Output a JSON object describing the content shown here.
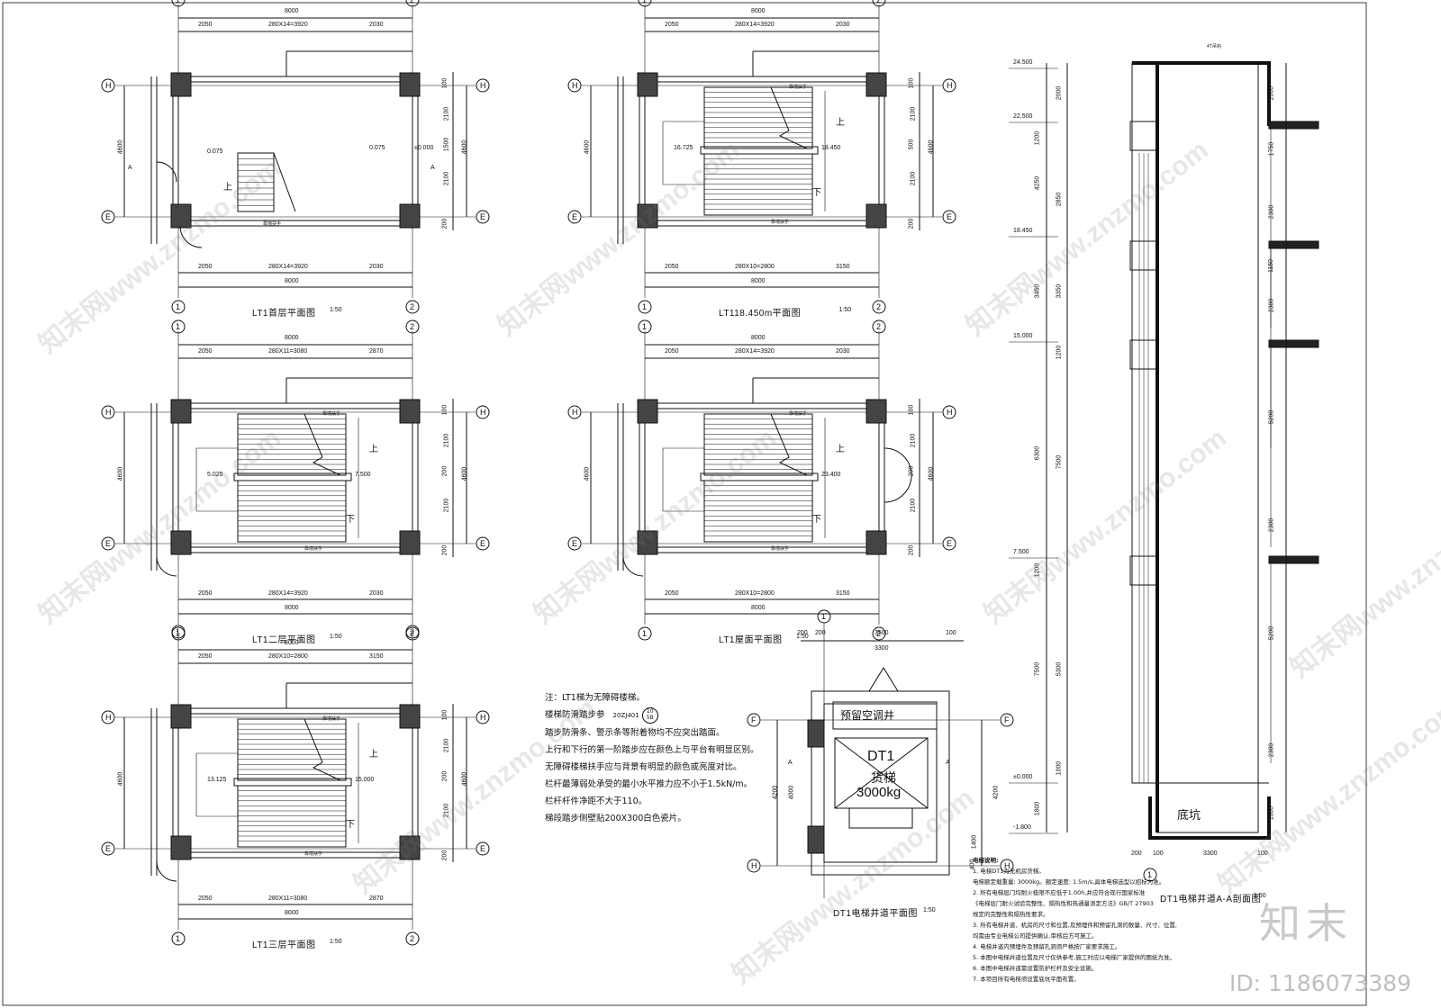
{
  "plans": [
    {
      "title": "LT1首层平面图",
      "scale": "1:50",
      "top_dims": [
        "2050",
        "280X14=3920",
        "2030"
      ],
      "bottom_dims": [
        "2050",
        "280X14=3920",
        "2030"
      ],
      "overall": "8000",
      "elev_left": "0.075",
      "elev_right": "0.075",
      "elev_extra": "±0.000",
      "side_dims": [
        "100",
        "2100",
        "1500",
        "2100",
        "200"
      ],
      "height": "4600"
    },
    {
      "title": "LT118.450m平面图",
      "scale": "1:50",
      "top_dims": [
        "2050",
        "280X14=3920",
        "2030"
      ],
      "bottom_dims": [
        "2050",
        "280X10=2800",
        "3150"
      ],
      "overall": "8000",
      "elev_left": "16.725",
      "elev_right": "18.450",
      "side_dims": [
        "100",
        "2100",
        "500",
        "2100",
        "200"
      ],
      "height": "4600"
    },
    {
      "title": "LT1二层平面图",
      "scale": "1:50",
      "top_dims": [
        "2050",
        "280X11=3080",
        "2870"
      ],
      "bottom_dims": [
        "2050",
        "280X14=3920",
        "2030"
      ],
      "overall": "8000",
      "elev_left": "5.025",
      "elev_right": "7.500",
      "side_dims": [
        "100",
        "2100",
        "200",
        "2100",
        "200"
      ],
      "height": "4600"
    },
    {
      "title": "LT1屋面平面图",
      "scale": "1:50",
      "top_dims": [
        "2050",
        "280X14=3920",
        "2030"
      ],
      "bottom_dims": [
        "2050",
        "280X10=2800",
        "3150"
      ],
      "overall": "8000",
      "elev_right": "23.400",
      "side_dims": [
        "100",
        "2100",
        "200",
        "2100",
        "200"
      ],
      "height": "4600"
    },
    {
      "title": "LT1三层平面图",
      "scale": "1:50",
      "top_dims": [
        "2050",
        "280X10=2800",
        "3150"
      ],
      "bottom_dims": [
        "2050",
        "280X11=3080",
        "2870"
      ],
      "overall": "8000",
      "elev_left": "13.125",
      "elev_right": "15.000",
      "side_dims": [
        "100",
        "2100",
        "200",
        "2100",
        "200"
      ],
      "height": "4600"
    }
  ],
  "grid_labels": {
    "n1": "1",
    "n2": "2",
    "h": "H",
    "e": "E",
    "f": "F"
  },
  "stair_labels": {
    "up": "上",
    "down": "下",
    "handrail": "靠墙扶手"
  },
  "section_mark": "A",
  "notes": {
    "lines": [
      "注：LT1梯为无障碍楼梯。",
      "楼梯防滑踏步参",
      "踏步防滑条、警示条等附着物均不应突出踏面。",
      "上行和下行的第一阶踏步应在颜色上与平台有明显区别。",
      "无障碍楼梯扶手应与背景有明显的颜色或亮度对比。",
      "栏杆最薄弱处承受的最小水平推力应不小于1.5kN/m。",
      "栏杆杆件净距不大于110。",
      "梯段踏步侧壁贴200X300白色瓷片。"
    ],
    "ref_code": "20ZJ401",
    "ref_num": "10",
    "ref_sub": "5B"
  },
  "elevator_plan": {
    "title": "DT1电梯井道平面图",
    "scale": "1:50",
    "ac_shaft": "预留空调井",
    "name": "DT1",
    "type": "货梯",
    "capacity": "3000kg",
    "dims_top": [
      "200",
      "200",
      "3500",
      "100"
    ],
    "overall": "3300",
    "side_dims": [
      "4200",
      "4000",
      "1400",
      "400"
    ]
  },
  "section": {
    "title": "DT1电梯井道A-A剖面图",
    "scale": "1:50",
    "pit": "底坑",
    "top_note": "4T吊钩",
    "levels": [
      "24.500",
      "22.500",
      "18.450",
      "15.000",
      "7.500",
      "±0.000",
      "-1.800"
    ],
    "left_dims": [
      "2000",
      "1200",
      "2850",
      "4250",
      "3350",
      "3450",
      "1200",
      "6300",
      "7500",
      "1200",
      "5300",
      "7500",
      "1000",
      "1800"
    ],
    "right_dims": [
      "2000",
      "1750",
      "2300",
      "1150",
      "2300",
      "5200",
      "2300",
      "5200",
      "2300",
      "1800"
    ],
    "bottom_dims": [
      "200",
      "100",
      "3300",
      "100"
    ],
    "grid": "1"
  },
  "elevator_notes": {
    "heading": "电梯说明:",
    "lines": [
      "1. 电梯DT1为无机房货梯。",
      "电梯额定载重量: 3000kg。额定速度: 1.5m/s,具体电梯选型以招标为准。",
      "2. 所有电梯层门均耐火极限不应低于1.00h,并应符合现行国家标准",
      "《电梯层门耐火试验完整性、隔热性和热通量测定方法》GB/T 27903",
      "规定的完整性和隔热性要求。",
      "3. 所有电梯井道、机房的尺寸和位置,及预埋件和预留孔洞的数量、尺寸、位置,",
      "均需由专业电梯公司提供确认,审核后方可施工。",
      "4. 电梯井道内预埋件及预留孔洞须严格按厂家要求施工。",
      "5. 本图中电梯井道位置及尺寸仅供参考,施工时应以电梯厂家提供的图纸为准。",
      "6. 本图中电梯井道需设置防护栏杆及安全设施。",
      "7. 本项目所有电梯须设置底坑平面布置。"
    ]
  },
  "watermark": "知末网www.znzmo.com",
  "brand": "知末",
  "id_text": "ID: 1186073389"
}
